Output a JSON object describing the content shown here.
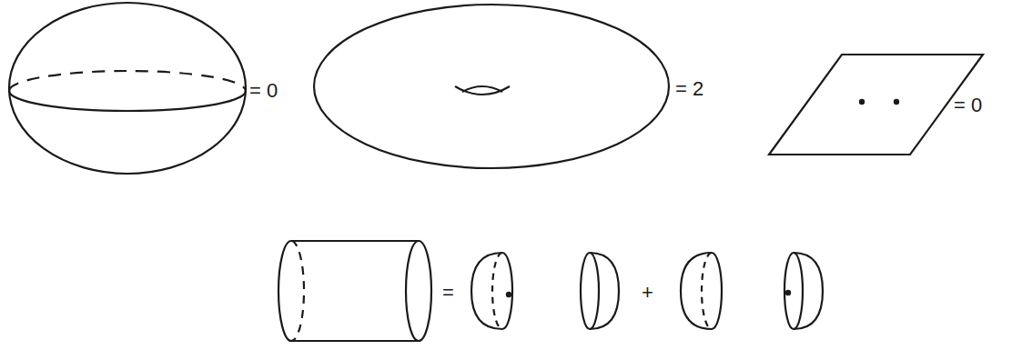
{
  "diagram": {
    "labels": [
      "= 0",
      "= 2",
      "= 0",
      "=",
      "+"
    ]
  }
}
